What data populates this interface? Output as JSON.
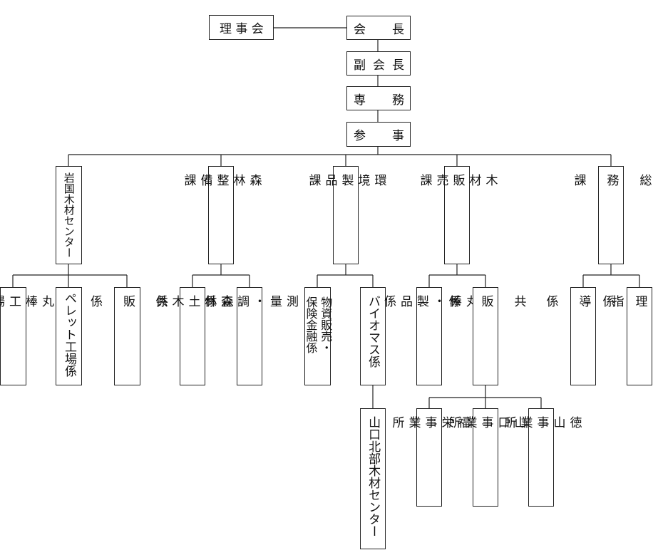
{
  "nodes": {
    "rijikai": "理 事 会",
    "kaicho": "会　　長",
    "fukukaicho": "副 会 長",
    "senmu": "専　　務",
    "sanji": "参　　事",
    "iwakuni": "岩国木材センター",
    "shinrin_seibi": "森\n林\n整\n備\n課",
    "kankyo": "環\n境\n製\n品\n課",
    "mokuzai_hanbai": "木\n材\n販\n売\n課",
    "somu": "総\n\n務\n\n課",
    "marubou_kojo": "丸\n棒\n工\n場\n係",
    "pellet_kojo": "ペレット工場係",
    "kyohan_iwakuni": "共\n\n販\n\n係",
    "shinrin_doboku": "森\n林\n土\n木\n係",
    "sokuryo": "測\n量\n・\n調\n査\n係",
    "hozen_line1": "保険金融係",
    "hozen_line2": "物資販売・",
    "biomass": "バイオマス係",
    "marubou_seihin": "丸\n棒\n・\n製\n品\n係",
    "kyohan_mokuzai": "共\n\n販\n\n係",
    "shido": "指\n\n導\n\n係",
    "keiri": "経\n\n理\n\n係",
    "yamaguchi_hokubu": "山口北部木材センター",
    "fukuei": "福\n栄\n事\n業\n所",
    "yamaguchi_jigyo": "山\n口\n事\n業\n所",
    "tokuyama": "徳\n山\n事\n業\n所"
  }
}
